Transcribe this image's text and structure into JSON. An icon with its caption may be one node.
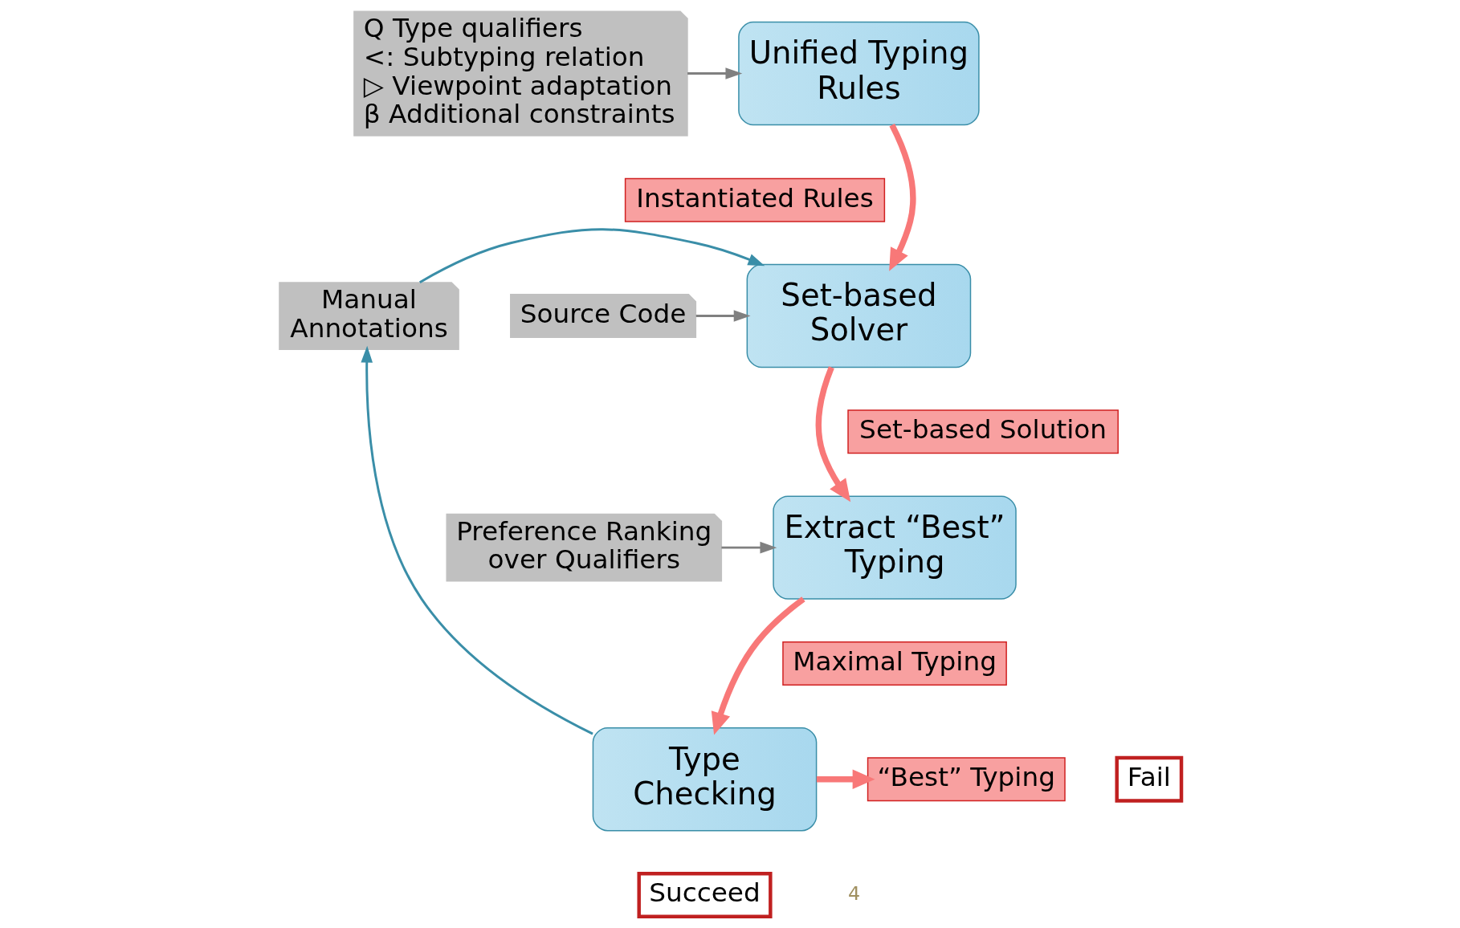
{
  "diagram": {
    "nodes": [
      {
        "text": [
          "Q Type qualifiers",
          "<: Subtyping relation",
          "▷ Viewpoint adaptation",
          "β Additional constraints"
        ]
      },
      {
        "text": [
          "Unified Typing Rules"
        ]
      },
      {
        "text": [
          "Instantiated Rules"
        ]
      },
      {
        "text": [
          "Set-based Solver"
        ]
      },
      {
        "text": [
          "Source Code"
        ]
      },
      {
        "text": [
          "Set-based Solution"
        ]
      },
      {
        "text": [
          "Manual Annotations"
        ]
      },
      {
        "text": [
          "Extract “Best” Typing"
        ]
      },
      {
        "text": [
          "Preference Ranking over Qualifiers"
        ]
      },
      {
        "text": [
          "Maximal Typing"
        ]
      },
      {
        "text": [
          "Fail"
        ]
      },
      {
        "text": [
          "Type Checking"
        ]
      },
      {
        "text": [
          "“Best” Typing"
        ]
      },
      {
        "text": [
          "Succeed"
        ]
      }
    ],
    "edges": [
      {
        "from": 0,
        "to": 1,
        "arrow": "to",
        "color": "#808080"
      },
      {
        "from": 1,
        "to": 3,
        "arrow": "to",
        "style": "thick"
      },
      {
        "from": 4,
        "to": 3,
        "arrow": "to",
        "color": "#808080"
      },
      {
        "from": 3,
        "to": 7,
        "arrow": "to",
        "style": "thick"
      },
      {
        "from": 8,
        "to": 7,
        "arrow": "to",
        "color": "#808080"
      },
      {
        "from": 7,
        "to": 11,
        "arrow": "to",
        "style": "thick"
      },
      {
        "from": 11,
        "to": 6,
        "arrow": "to",
        "color": "#3a8ea8"
      },
      {
        "from": 6,
        "to": 3,
        "arrow": "to",
        "color": "#3a8ea8"
      },
      {
        "from": 11,
        "to": 12,
        "arrow": "to",
        "style": "thick"
      }
    ],
    "labels": [
      "4"
    ]
  }
}
